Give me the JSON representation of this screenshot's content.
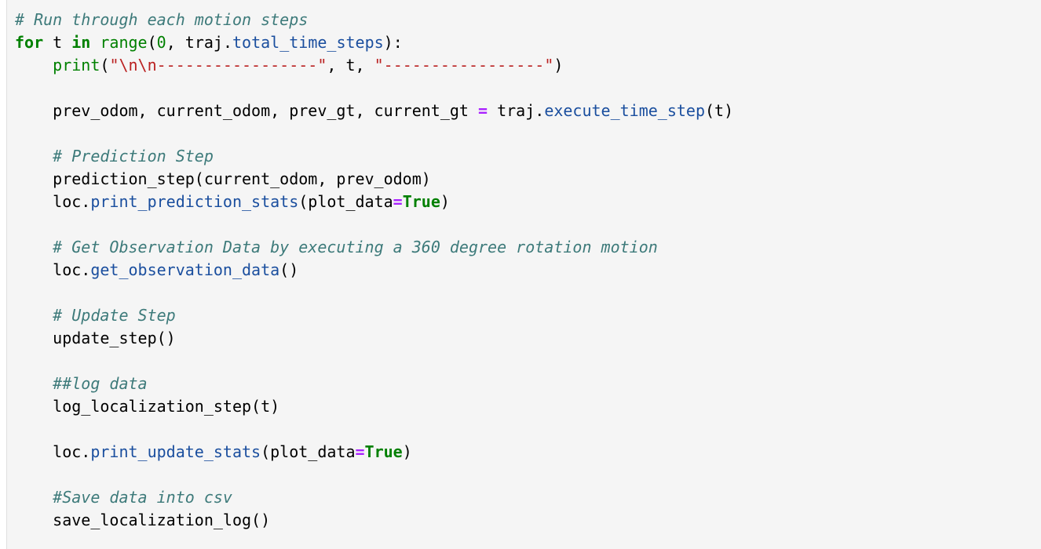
{
  "cell": {
    "lines": [
      [
        {
          "t": "comment",
          "v": "# Run through each motion steps"
        }
      ],
      [
        {
          "t": "keyword",
          "v": "for"
        },
        {
          "t": "plain",
          "v": " t "
        },
        {
          "t": "keyword",
          "v": "in"
        },
        {
          "t": "plain",
          "v": " "
        },
        {
          "t": "builtin",
          "v": "range"
        },
        {
          "t": "plain",
          "v": "("
        },
        {
          "t": "number",
          "v": "0"
        },
        {
          "t": "plain",
          "v": ", traj."
        },
        {
          "t": "attr",
          "v": "total_time_steps"
        },
        {
          "t": "plain",
          "v": "):"
        }
      ],
      [
        {
          "t": "plain",
          "v": "    "
        },
        {
          "t": "builtin",
          "v": "print"
        },
        {
          "t": "plain",
          "v": "("
        },
        {
          "t": "string",
          "v": "\"\\n\\n-----------------\""
        },
        {
          "t": "plain",
          "v": ", t, "
        },
        {
          "t": "string",
          "v": "\"-----------------\""
        },
        {
          "t": "plain",
          "v": ")"
        }
      ],
      [],
      [
        {
          "t": "plain",
          "v": "    prev_odom, current_odom, prev_gt, current_gt "
        },
        {
          "t": "operator",
          "v": "="
        },
        {
          "t": "plain",
          "v": " traj."
        },
        {
          "t": "attr",
          "v": "execute_time_step"
        },
        {
          "t": "plain",
          "v": "(t)"
        }
      ],
      [],
      [
        {
          "t": "plain",
          "v": "    "
        },
        {
          "t": "comment",
          "v": "# Prediction Step"
        }
      ],
      [
        {
          "t": "plain",
          "v": "    prediction_step(current_odom, prev_odom)"
        }
      ],
      [
        {
          "t": "plain",
          "v": "    loc."
        },
        {
          "t": "attr",
          "v": "print_prediction_stats"
        },
        {
          "t": "plain",
          "v": "(plot_data"
        },
        {
          "t": "operator",
          "v": "="
        },
        {
          "t": "kwconst",
          "v": "True"
        },
        {
          "t": "plain",
          "v": ")"
        }
      ],
      [],
      [
        {
          "t": "plain",
          "v": "    "
        },
        {
          "t": "comment",
          "v": "# Get Observation Data by executing a 360 degree rotation motion"
        }
      ],
      [
        {
          "t": "plain",
          "v": "    loc."
        },
        {
          "t": "attr",
          "v": "get_observation_data"
        },
        {
          "t": "plain",
          "v": "()"
        }
      ],
      [],
      [
        {
          "t": "plain",
          "v": "    "
        },
        {
          "t": "comment",
          "v": "# Update Step"
        }
      ],
      [
        {
          "t": "plain",
          "v": "    update_step()"
        }
      ],
      [],
      [
        {
          "t": "plain",
          "v": "    "
        },
        {
          "t": "comment",
          "v": "##log data"
        }
      ],
      [
        {
          "t": "plain",
          "v": "    log_localization_step(t)"
        }
      ],
      [],
      [
        {
          "t": "plain",
          "v": "    loc."
        },
        {
          "t": "attr",
          "v": "print_update_stats"
        },
        {
          "t": "plain",
          "v": "(plot_data"
        },
        {
          "t": "operator",
          "v": "="
        },
        {
          "t": "kwconst",
          "v": "True"
        },
        {
          "t": "plain",
          "v": ")"
        }
      ],
      [],
      [
        {
          "t": "plain",
          "v": "    "
        },
        {
          "t": "comment",
          "v": "#Save data into csv"
        }
      ],
      [
        {
          "t": "plain",
          "v": "    save_localization_log()"
        }
      ]
    ]
  }
}
